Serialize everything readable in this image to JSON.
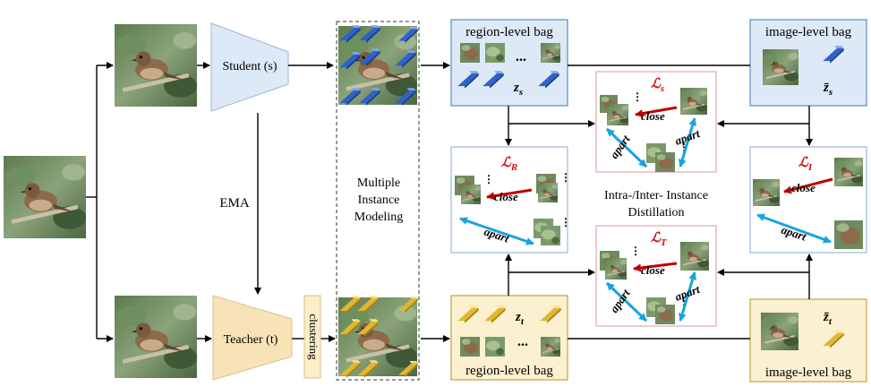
{
  "student_label": "Student (s)",
  "teacher_label": "Teacher (t)",
  "ema_label": "EMA",
  "clustering_label": "clustering",
  "mim_label": [
    "Multiple",
    "Instance",
    "Modeling"
  ],
  "region_bag_label": "region-level bag",
  "image_bag_label": "image-level bag",
  "z_s": "z",
  "z_s_sub": "s",
  "z_t": "z",
  "z_t_sub": "t",
  "zbar_s": "z̄",
  "zbar_s_sub": "s",
  "zbar_t": "z̄",
  "zbar_t_sub": "t",
  "ellipsis": "...",
  "loss_s": "ℒ",
  "loss_s_sub": "s",
  "loss_t": "ℒ",
  "loss_t_sub": "T",
  "loss_r": "ℒ",
  "loss_r_sub": "R",
  "loss_i": "ℒ",
  "loss_i_sub": "I",
  "close_label": "close",
  "apart_label": "apart",
  "distill_label": [
    "Intra-/Inter- Instance",
    "Distillation"
  ],
  "colors": {
    "student_fill": "#dce9f7",
    "teacher_fill": "#f7e3b5",
    "student_box": "#dde9f6",
    "teacher_box": "#fbf0cf",
    "close_red": "#c00000",
    "apart_blue": "#1aa3e0",
    "loss_red": "#d01010"
  }
}
